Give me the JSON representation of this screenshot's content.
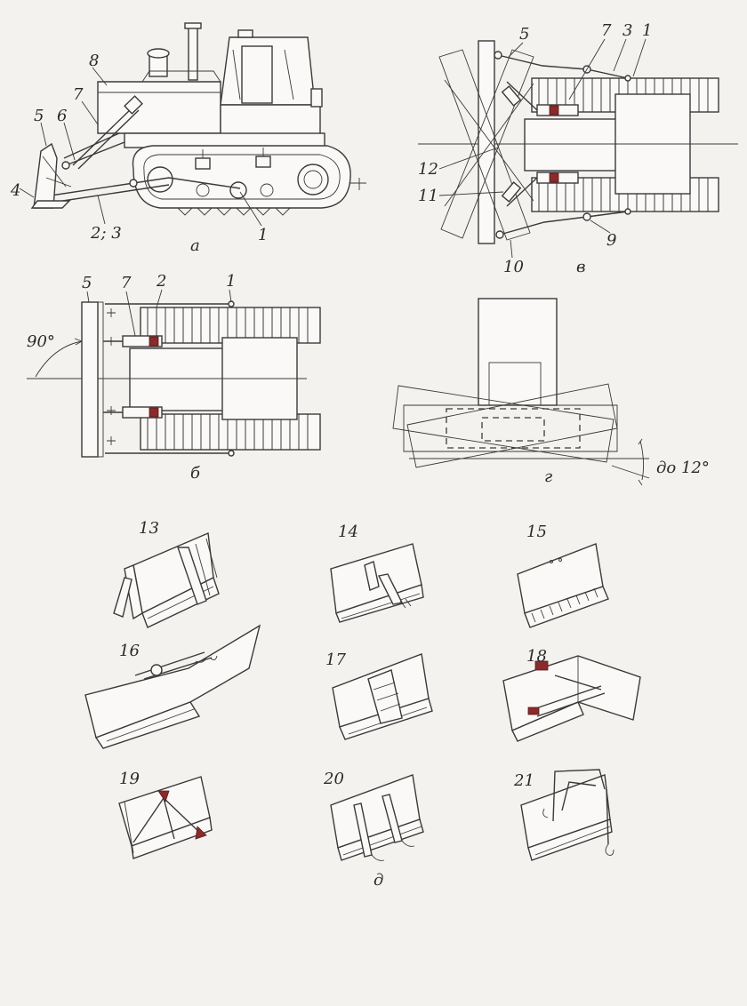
{
  "views": {
    "a": "а",
    "b": "б",
    "v": "в",
    "g": "г",
    "d": "д"
  },
  "labels_a": {
    "l1": "1",
    "l23": "2; 3",
    "l4": "4",
    "l5": "5",
    "l6": "6",
    "l7": "7",
    "l8": "8"
  },
  "labels_b": {
    "l5": "5",
    "l7": "7",
    "l2": "2",
    "l1": "1",
    "angle": "90°"
  },
  "labels_v": {
    "l5": "5",
    "l7": "7",
    "l3": "3",
    "l1": "1",
    "l12": "12",
    "l11": "11",
    "l10": "10",
    "l9": "9"
  },
  "labels_g": {
    "angle": "до 12°"
  },
  "attachments": {
    "a13": "13",
    "a14": "14",
    "a15": "15",
    "a16": "16",
    "a17": "17",
    "a18": "18",
    "a19": "19",
    "a20": "20",
    "a21": "21"
  }
}
